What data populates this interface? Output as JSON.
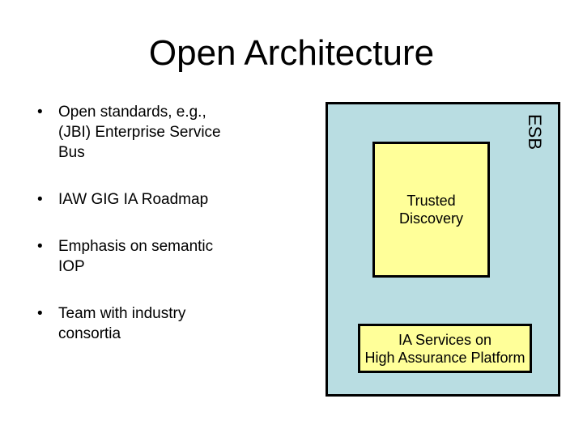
{
  "slide": {
    "title": "Open Architecture",
    "bullet_char": "•",
    "bullets": [
      "Open standards, e.g., (JBI) Enterprise Service Bus",
      "IAW GIG IA Roadmap",
      "Emphasis on semantic IOP",
      "Team with industry consortia"
    ],
    "diagram": {
      "esb_label": "ESB",
      "trusted_discovery": {
        "lines": [
          "Trusted",
          "Discovery"
        ]
      },
      "ia_services": {
        "lines": [
          "IA Services on",
          "High Assurance Platform"
        ]
      },
      "colors": {
        "esb_fill": "#b9dde2",
        "inner_box_fill": "#ffff99",
        "border": "#000000",
        "text": "#000000",
        "background": "#ffffff"
      }
    }
  }
}
